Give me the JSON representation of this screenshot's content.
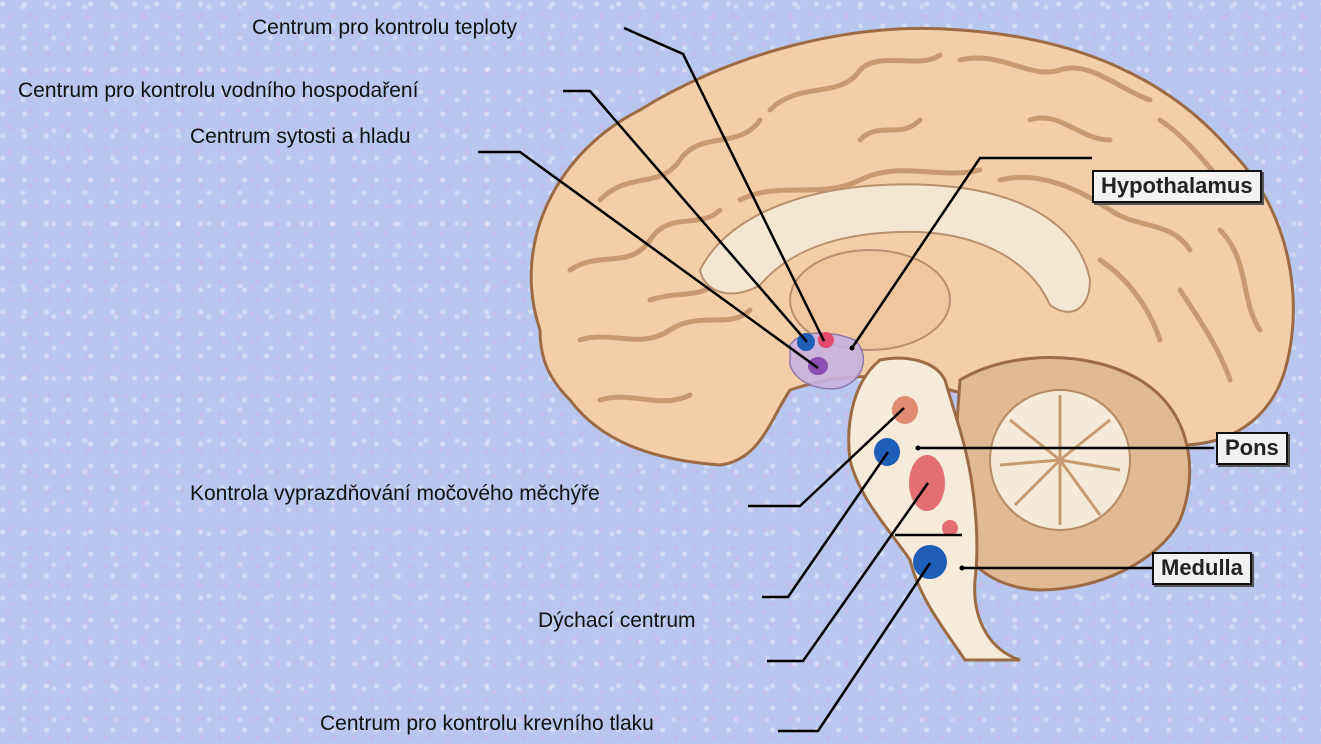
{
  "labels": {
    "centrum_teploty": "Centrum pro kontrolu teploty",
    "centrum_vodniho": "Centrum pro kontrolu vodního hospodaření",
    "centrum_sytosti": "Centrum sytosti a hladu",
    "hypothalamus": "Hypothalamus",
    "pons": "Pons",
    "medulla": "Medulla",
    "mocovy_mechyr": "Kontrola vyprazdňování močového měchýře",
    "dychaci": "Dýchací centrum",
    "krevni_tlak": "Centrum pro kontrolu krevního tlaku"
  },
  "colors": {
    "background": "#b8c7ee",
    "brain_fill": "#f2cfa8",
    "brain_outline": "#9c6b45",
    "gyrus_line": "#c89a72",
    "cerebellum": "#e0b995",
    "stem": "#f6ead8",
    "hypothalamus_region": "#c8b2e0",
    "center_red": "#e34a6e",
    "center_blue": "#1e5db8",
    "center_purple": "#8a4fb0",
    "center_salmon": "#e08a72",
    "leader_line": "#000000"
  }
}
